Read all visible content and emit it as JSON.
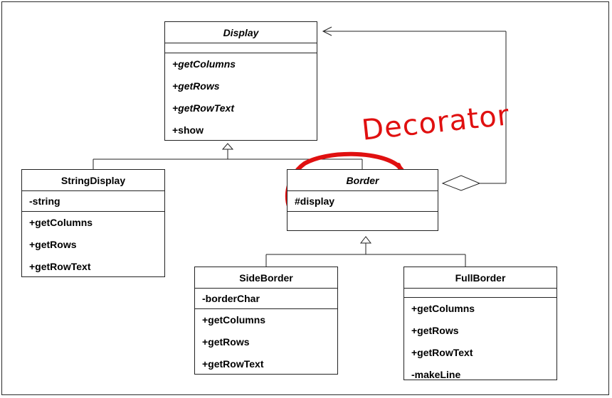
{
  "diagram": {
    "annotation": "Decorator",
    "annotation_color": "#e01010",
    "line_color": "#222222",
    "classes": {
      "display": {
        "name": "Display",
        "fields": [],
        "methods": [
          "+getColumns",
          "+getRows",
          "+getRowText",
          "+show"
        ]
      },
      "string_display": {
        "name": "StringDisplay",
        "fields": [
          "-string"
        ],
        "methods": [
          "+getColumns",
          "+getRows",
          "+getRowText"
        ]
      },
      "border": {
        "name": "Border",
        "fields": [
          "#display"
        ],
        "methods": []
      },
      "side_border": {
        "name": "SideBorder",
        "fields": [
          "-borderChar"
        ],
        "methods": [
          "+getColumns",
          "+getRows",
          "+getRowText"
        ]
      },
      "full_border": {
        "name": "FullBorder",
        "fields": [],
        "methods": [
          "+getColumns",
          "+getRows",
          "+getRowText",
          "-makeLine"
        ]
      }
    }
  }
}
